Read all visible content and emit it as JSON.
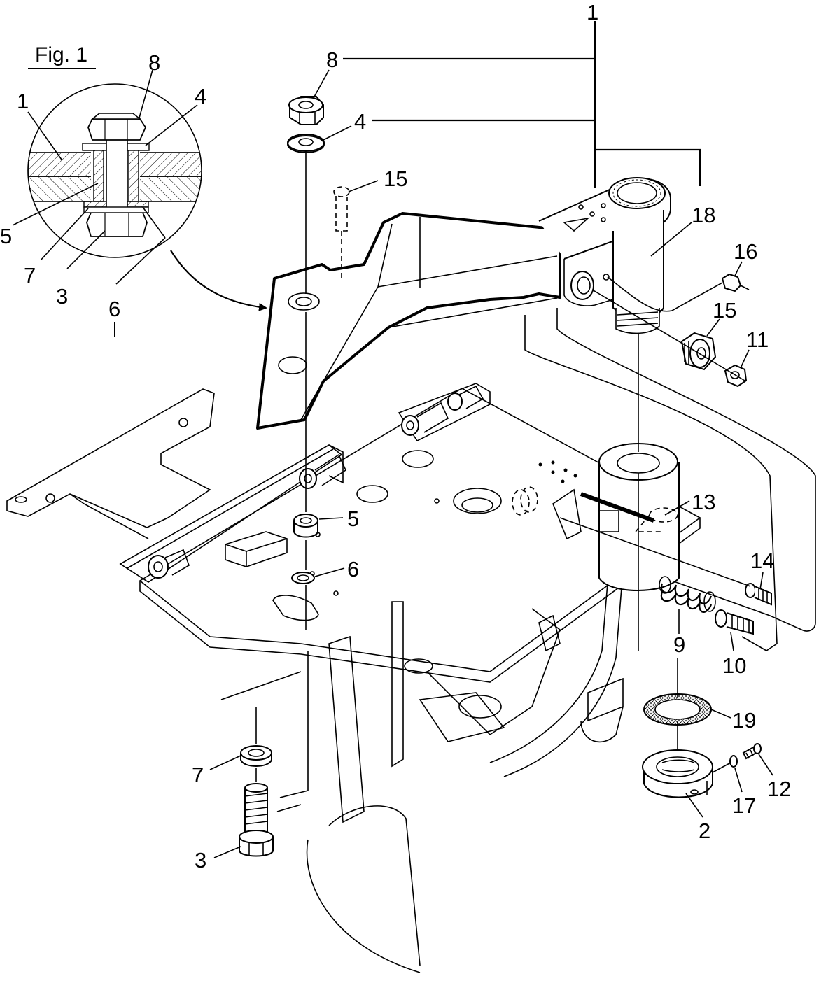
{
  "figure": {
    "title": "Fig. 1"
  },
  "detail_labels": {
    "n1": "1",
    "n8": "8",
    "n4": "4",
    "n5": "5",
    "n7": "7",
    "n3": "3",
    "n6": "6"
  },
  "callouts": {
    "c1": "1",
    "c8": "8",
    "c4": "4",
    "c15a": "15",
    "c18": "18",
    "c16": "16",
    "c15b": "15",
    "c11": "11",
    "c13": "13",
    "c14": "14",
    "c5": "5",
    "c6": "6",
    "c9": "9",
    "c10": "10",
    "c19": "19",
    "c7": "7",
    "c12": "12",
    "c17": "17",
    "c3": "3",
    "c2": "2"
  }
}
